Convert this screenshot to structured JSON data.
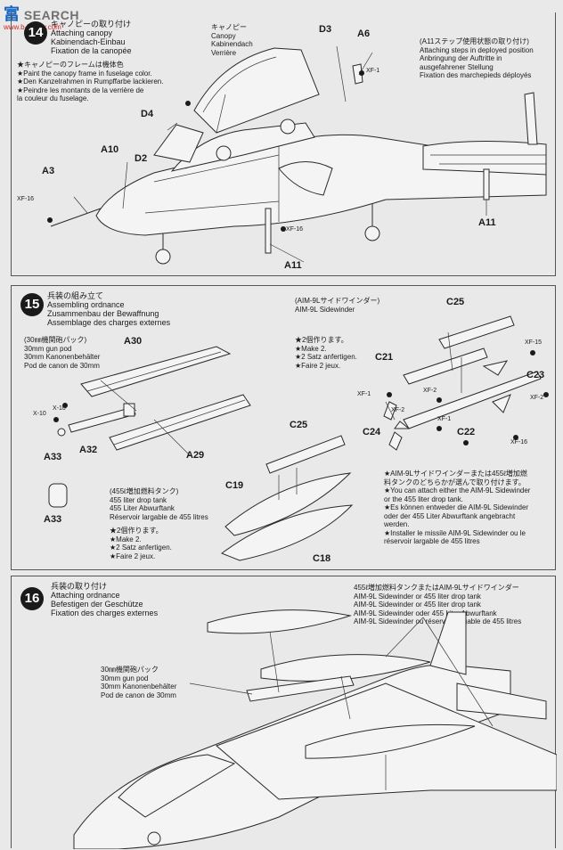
{
  "watermark": {
    "text_cn": "富",
    "text_en": "SEARCH",
    "url": "www.b-hobby.com"
  },
  "step14": {
    "number": "14",
    "title_jp": "キャノピーの取り付け",
    "title_en": "Attaching canopy",
    "title_de": "Kabinendach-Einbau",
    "title_fr": "Fixation de la canopée",
    "notes": [
      "★キャノピーのフレームは機体色",
      "★Paint the canopy frame in fuselage color.",
      "★Den Kanzelrahmen in Rumpffarbe lackieren.",
      "★Peindre les montants de la verrière de",
      "   la couleur du fuselage."
    ],
    "canopy_jp": "キャノピー",
    "canopy_en": "Canopy",
    "canopy_de": "Kabinendach",
    "canopy_fr": "Verrière",
    "inset_jp": "(A11ステップ使用状態の取り付け)",
    "inset_en": "Attaching steps in deployed position",
    "inset_de": "Anbringung der Auftritte in",
    "inset_de2": "ausgefahrener Stellung",
    "inset_fr": "Fixation des marchepieds déployés",
    "labels": {
      "d3": "D3",
      "a6": "A6",
      "d4": "D4",
      "d2": "D2",
      "a10": "A10",
      "a3": "A3",
      "a11": "A11",
      "a11_inset": "A11"
    },
    "paints": {
      "xf1": "XF-1",
      "xf16a": "XF-16",
      "xf16b": "XF-16"
    }
  },
  "step15": {
    "number": "15",
    "title_jp": "兵装の組み立て",
    "title_en": "Assembling ordnance",
    "title_de": "Zusammenbau der Bewaffnung",
    "title_fr": "Assemblage des charges externes",
    "gunpod_jp": "(30㎜機関砲パック)",
    "gunpod_en": "30mm gun pod",
    "gunpod_de": "30mm Kanonenbehälter",
    "gunpod_fr": "Pod de canon de 30mm",
    "sidewinder_jp": "(AIM-9Lサイドワインダー)",
    "sidewinder_en": "AIM-9L Sidewinder",
    "make2_jp": "★2個作ります。",
    "make2_en": "★Make 2.",
    "make2_de": "★2 Satz anfertigen.",
    "make2_fr": "★Faire 2 jeux.",
    "tank_jp": "(455ℓ増加燃料タンク)",
    "tank_en": "455 liter drop tank",
    "tank_de": "455 Liter Abwurftank",
    "tank_fr": "Réservoir largable de 455 litres",
    "tank_make2_jp": "★2個作ります。",
    "tank_make2_en": "★Make 2.",
    "tank_make2_de": "★2 Satz anfertigen.",
    "tank_make2_fr": "★Faire 2 jeux.",
    "choice_notes": [
      "★AIM-9Lサイドワインダーまたは455ℓ増加燃",
      "料タンクのどちらかが選んで取り付けます。",
      "★You can attach either the AIM-9L Sidewinder",
      "or the 455 liter drop tank.",
      "★Es können entweder die AIM-9L Sidewinder",
      "oder der 455 Liter Abwurftank angebracht",
      "werden.",
      "★Installer le missile AIM-9L Sidewinder ou le",
      "réservoir largable de 455 litres"
    ],
    "labels": {
      "a30": "A30",
      "a32": "A32",
      "a29": "A29",
      "a33": "A33",
      "a33b": "A33",
      "c25": "C25",
      "c25b": "C25",
      "c21": "C21",
      "c22": "C22",
      "c23": "C23",
      "c24": "C24",
      "c19": "C19",
      "c18": "C18"
    },
    "paints": {
      "x10a": "X-10",
      "x10b": "X-10",
      "xf15": "XF-15",
      "xf2a": "XF-2",
      "xf2b": "XF-2",
      "xf2c": "XF-2",
      "xf1a": "XF-1",
      "xf1b": "XF-1",
      "xf16": "XF-16"
    }
  },
  "step16": {
    "number": "16",
    "title_jp": "兵装の取り付け",
    "title_en": "Attaching ordnance",
    "title_de": "Befestigen der Geschütze",
    "title_fr": "Fixation des charges externes",
    "either_jp": "455ℓ増加燃料タンクまたはAIM-9Lサイドワインダー",
    "either_en1": "AIM-9L Sidewinder or 455 liter drop tank",
    "either_en2": "AIM-9L Sidewinder or 455 liter drop tank",
    "either_de": "AIM-9L Sidewinder oder 455 Liter Abwurftank",
    "either_fr": "AIM-9L Sidewinder ou réservoir largable de 455 litres",
    "gunpod_jp": "30㎜機関砲パック",
    "gunpod_en": "30mm gun pod",
    "gunpod_de": "30mm Kanonenbehälter",
    "gunpod_fr": "Pod de canon de 30mm"
  },
  "colors": {
    "paper": "#e9e9e9",
    "ink": "#1a1a1a",
    "watermark_blue": "#1565c0",
    "watermark_red": "#d22222"
  }
}
